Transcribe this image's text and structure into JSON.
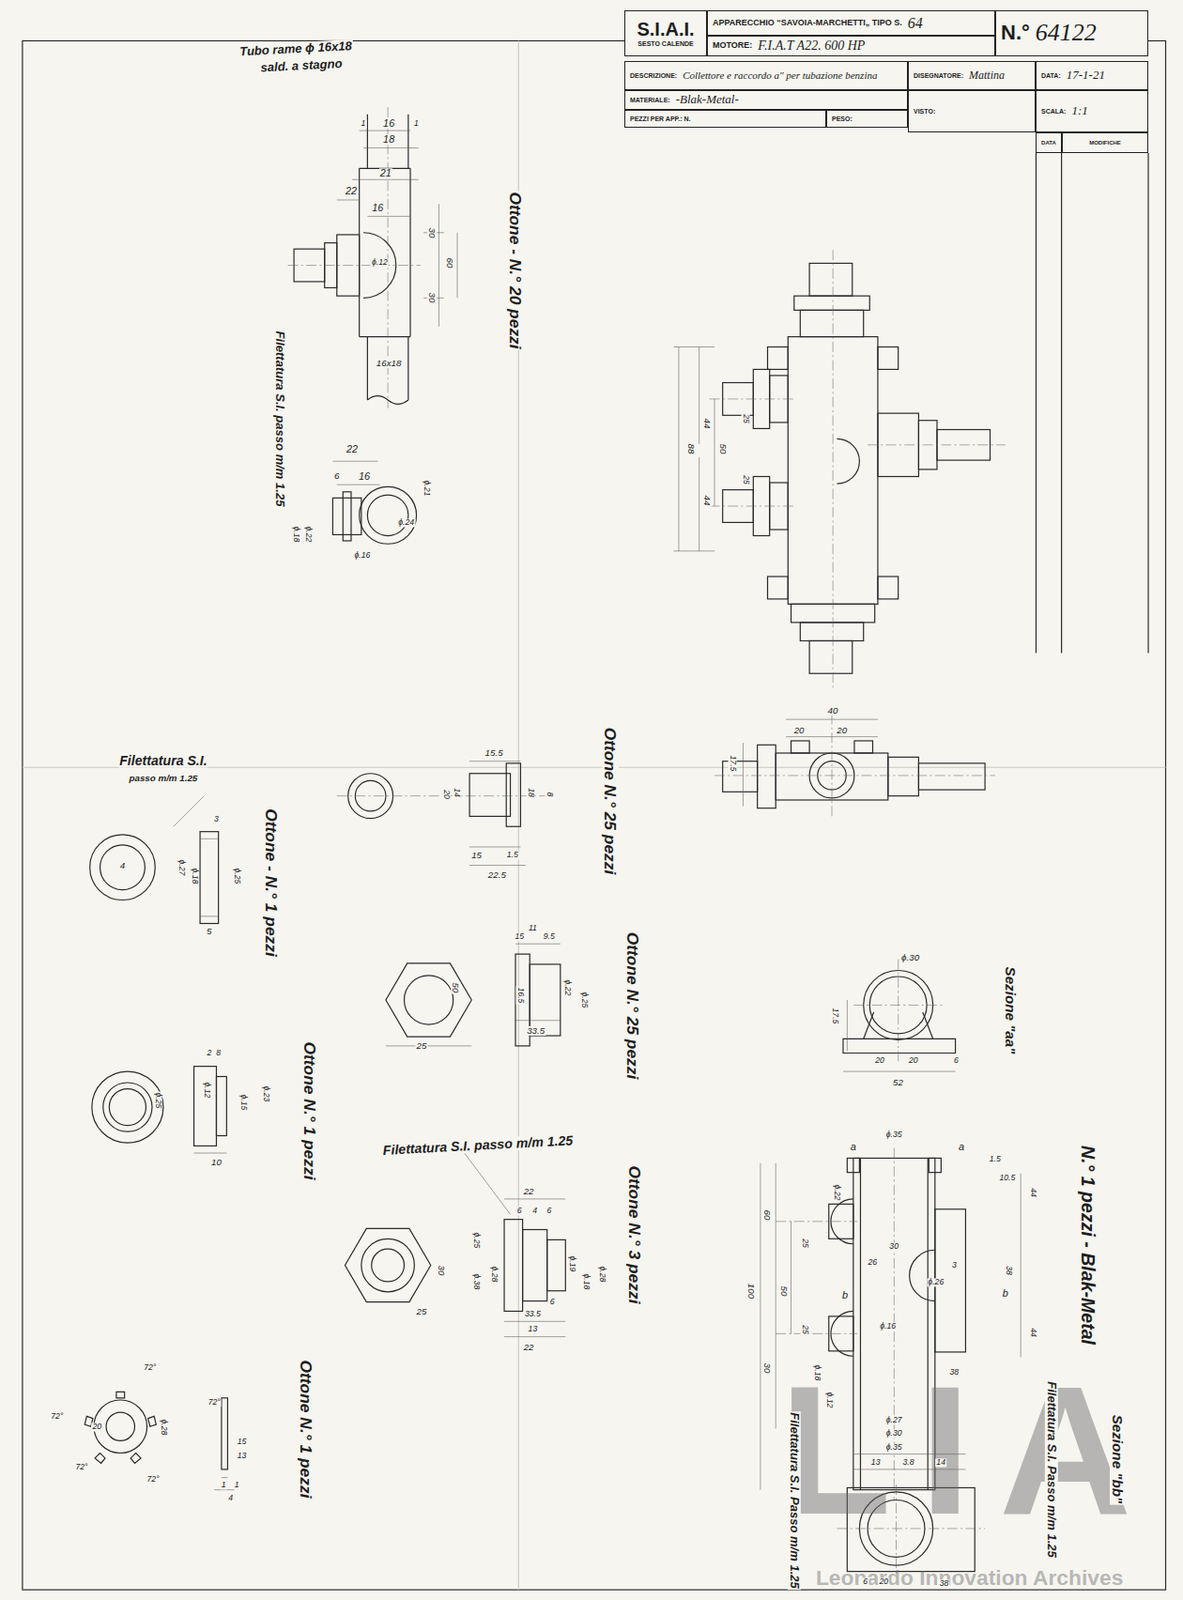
{
  "diagram": {
    "nodes": [
      {
        "text": [
          "S.I.A.I.",
          "SESTO CALENDE"
        ]
      },
      {
        "text": [
          "APPARECCHIO “SAVOIA-MARCHETTI„ TIPO S.",
          "64"
        ]
      },
      {
        "text": [
          "MOTORE:",
          "F.I.A.T A22. 600 HP"
        ]
      },
      {
        "text": [
          "N.°",
          "64122"
        ]
      },
      {
        "text": [
          "DESCRIZIONE:",
          "Collettore e raccordo a\" per tubazione benzina"
        ]
      },
      {
        "text": [
          "DISEGNATORE:",
          "Mattina"
        ]
      },
      {
        "text": [
          "DATA:",
          "17-1-21"
        ]
      },
      {
        "text": [
          "MATERIALE:",
          "-Blak-Metal-"
        ]
      },
      {
        "text": [
          "VISTO:"
        ]
      },
      {
        "text": [
          "SCALA:",
          "1:1"
        ]
      },
      {
        "text": [
          "PEZZI PER APP.: N."
        ]
      },
      {
        "text": [
          "PESO:"
        ]
      },
      {
        "text": [
          "DATA"
        ]
      },
      {
        "text": [
          "MODIFICHE"
        ]
      }
    ],
    "labels": [
      "Tubo rame ϕ 16x18",
      "sald. a stagno",
      "1",
      "16",
      "1",
      "18",
      "21",
      "22",
      "16",
      "ϕ.12",
      "30",
      "60",
      "30",
      "16x18",
      "Ottone - N.° 20 pezzi",
      "Filettatura S.I. passo m/m 1.25",
      "22",
      "6",
      "16",
      "ϕ.18",
      "ϕ.22",
      "ϕ.24",
      "ϕ.21",
      "ϕ.16",
      "Filettatura S.I.",
      "passo m/m 1.25",
      "4",
      "3",
      "ϕ.27",
      "ϕ.18",
      "ϕ.25",
      "5",
      "Ottone - N.° 1 pezzi",
      "15.5",
      "14",
      "20",
      "18",
      "8",
      "15",
      "1.5",
      "22.5",
      "Ottone N.° 25 pezzi",
      "50",
      "25",
      "15",
      "11",
      "9.5",
      "16.5",
      "ϕ.22",
      "ϕ.25",
      "33.5",
      "Ottone N.° 25 pezzi",
      "2",
      "8",
      "ϕ.25",
      "ϕ.12",
      "ϕ.15",
      "ϕ.23",
      "10",
      "Ottone N.° 1 pezzi",
      "Filettatura S.I. passo m/m 1.25",
      "22",
      "6",
      "4",
      "6",
      "30",
      "ϕ.25",
      "ϕ.38",
      "ϕ.28",
      "ϕ.19",
      "ϕ.28",
      "ϕ.18",
      "33.5",
      "6",
      "13",
      "22",
      "25",
      "Ottone N.° 3 pezzi",
      "72°",
      "72°",
      "72°",
      "72°",
      "72°",
      "20",
      "ϕ.28",
      "15",
      "13",
      "1",
      "1",
      "4",
      "Ottone N.° 1 pezzi",
      "44",
      "25",
      "88",
      "50",
      "25",
      "44",
      "40",
      "20",
      "20",
      "17.5",
      "ϕ.30",
      "17.5",
      "20",
      "20",
      "6",
      "52",
      "Sezione \"aa\"",
      "N.° 1 pezzi - Blak-Metal",
      "ϕ.35",
      "a",
      "a",
      "1.5",
      "10.5",
      "44",
      "60",
      "ϕ.22",
      "25",
      "26",
      "30",
      "ϕ.26",
      "3",
      "38",
      "100",
      "50",
      "b",
      "b",
      "ϕ.16",
      "25",
      "ϕ.18",
      "44",
      "38",
      "30",
      "ϕ.12",
      "ϕ.27",
      "ϕ.30",
      "ϕ.35",
      "13",
      "3.8",
      "14",
      "Filettatura S.I. Passo m/m 1.25",
      "Filettatura S.I. Passo m/m 1.25",
      "Sezione \"bb\"",
      "6",
      "20",
      "38",
      "LIA",
      "Leonardo Innovation Archives"
    ]
  }
}
